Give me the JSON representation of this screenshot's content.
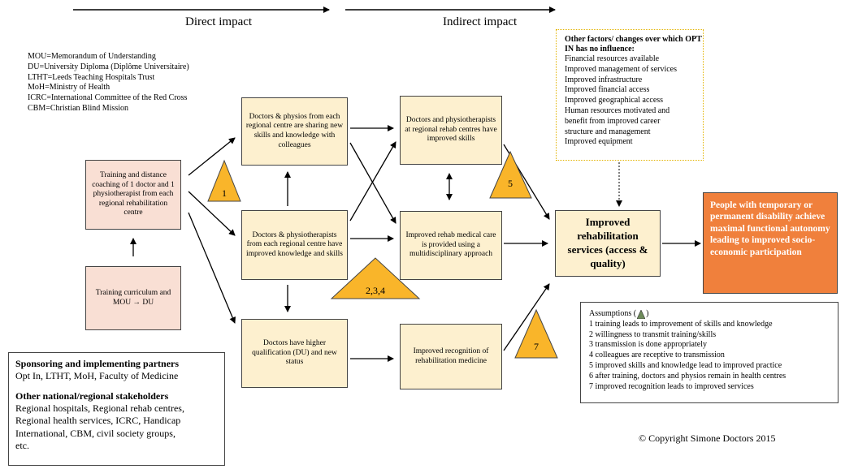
{
  "headers": {
    "direct": "Direct impact",
    "indirect": "Indirect impact"
  },
  "abbreviations": [
    "MOU=Memorandum of Understanding",
    "DU=University Diploma (Diplôme Universitaire)",
    "LTHT=Leeds Teaching Hospitals Trust",
    "MoH=Ministry of Health",
    "ICRC=International Committee of the Red Cross",
    "CBM=Christian Blind Mission"
  ],
  "boxes": {
    "training": "Training and distance coaching of 1 doctor and 1 physiotherapist from each regional rehabilitation centre",
    "curriculum": "Training curriculum and MOU → DU",
    "sharing": "Doctors & physios from each regional centre are sharing new skills and knowledge with colleagues",
    "knowledge": "Doctors & physiotherapists from each regional centre have improved knowledge and skills",
    "qualification": "Doctors have higher qualification (DU) and new status",
    "improved_skills": "Doctors and physiotherapists at regional rehab centres have improved skills",
    "multidisciplinary": "Improved rehab medical care is provided using a multidisciplinary approach",
    "recognition": "Improved recognition of rehabilitation medicine",
    "services": "Improved rehabilitation services (access & quality)",
    "outcome": "People with temporary or permanent disability achieve maximal functional autonomy leading to improved socio-economic participation"
  },
  "triangles": [
    "1",
    "2,3,4",
    "5",
    "7"
  ],
  "other_factors": {
    "title": "Other factors/ changes over which OPT IN has no influence:",
    "items": [
      "Financial resources available",
      "Improved management of services",
      "Improved infrastructure",
      "Improved financial access",
      "Improved geographical access",
      "Human resources motivated and",
      "benefit from improved career",
      "structure and management",
      "Improved equipment"
    ]
  },
  "assumptions": {
    "title": "Assumptions (",
    "title_end": ")",
    "items": [
      "1 training leads to improvement of skills and knowledge",
      "2 willingness to transmit training/skills",
      "3 transmission is done appropriately",
      "4 colleagues are receptive to transmission",
      "5 improved skills and knowledge lead to improved practice",
      "6 after training, doctors and physios remain in health centres",
      "7 improved recognition leads to improved services"
    ]
  },
  "partners": {
    "sponsoring_title": "Sponsoring and implementing partners",
    "sponsoring_text": "Opt In, LTHT, MoH, Faculty of Medicine",
    "stakeholders_title": "Other national/regional stakeholders",
    "stakeholders_lines": [
      "Regional hospitals, Regional rehab centres,",
      "Regional health services, ICRC, Handicap",
      "International, CBM, civil society groups,",
      "etc."
    ]
  },
  "copyright": "© Copyright Simone Doctors 2015",
  "colors": {
    "box_yellow": "#fdf0cf",
    "box_peach": "#f9dfd4",
    "outcome_orange": "#f0803c",
    "triangle": "#f9b52a"
  }
}
